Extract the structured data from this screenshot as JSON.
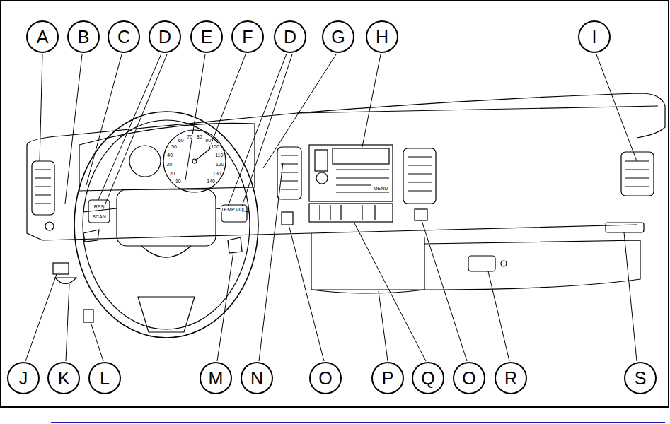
{
  "diagram": {
    "nodes": [
      {
        "text": [
          "A"
        ]
      },
      {
        "text": [
          "B"
        ]
      },
      {
        "text": [
          "C"
        ]
      },
      {
        "text": [
          "D"
        ]
      },
      {
        "text": [
          "E"
        ]
      },
      {
        "text": [
          "F"
        ]
      },
      {
        "text": [
          "D"
        ]
      },
      {
        "text": [
          "G"
        ]
      },
      {
        "text": [
          "H"
        ]
      },
      {
        "text": [
          "I"
        ]
      },
      {
        "text": [
          "J"
        ]
      },
      {
        "text": [
          "K"
        ]
      },
      {
        "text": [
          "L"
        ]
      },
      {
        "text": [
          "M"
        ]
      },
      {
        "text": [
          "N"
        ]
      },
      {
        "text": [
          "O"
        ]
      },
      {
        "text": [
          "P"
        ]
      },
      {
        "text": [
          "Q"
        ]
      },
      {
        "text": [
          "O"
        ]
      },
      {
        "text": [
          "R"
        ]
      },
      {
        "text": [
          "S"
        ]
      }
    ],
    "labels": [
      "10",
      "20",
      "30",
      "40",
      "50",
      "60",
      "70",
      "80",
      "90",
      "100",
      "110",
      "120",
      "130",
      "140",
      "RES",
      "SCAN",
      "TEMP",
      "VOL",
      "MENU"
    ]
  }
}
